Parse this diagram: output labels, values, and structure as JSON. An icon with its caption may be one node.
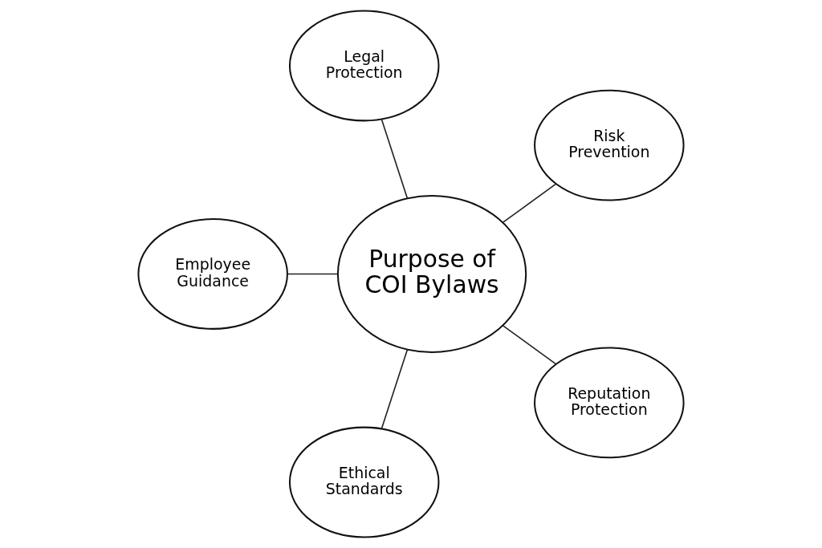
{
  "diagram": {
    "nodes": [
      {
        "text": [
          "Risk Prevention"
        ]
      },
      {
        "text": [
          "Legal Protection"
        ]
      },
      {
        "text": [
          "Purpose of COI Bylaws"
        ]
      },
      {
        "text": [
          "Employee Guidance"
        ]
      },
      {
        "text": [
          "Ethical Standards"
        ]
      },
      {
        "text": [
          "Reputation Protection"
        ]
      }
    ],
    "edges": [
      {
        "from": 2,
        "to": 0,
        "arrow": "none"
      },
      {
        "from": 2,
        "to": 1,
        "arrow": "none"
      },
      {
        "from": 2,
        "to": 3,
        "arrow": "none"
      },
      {
        "from": 2,
        "to": 4,
        "arrow": "none"
      },
      {
        "from": 2,
        "to": 5,
        "arrow": "none"
      }
    ]
  }
}
